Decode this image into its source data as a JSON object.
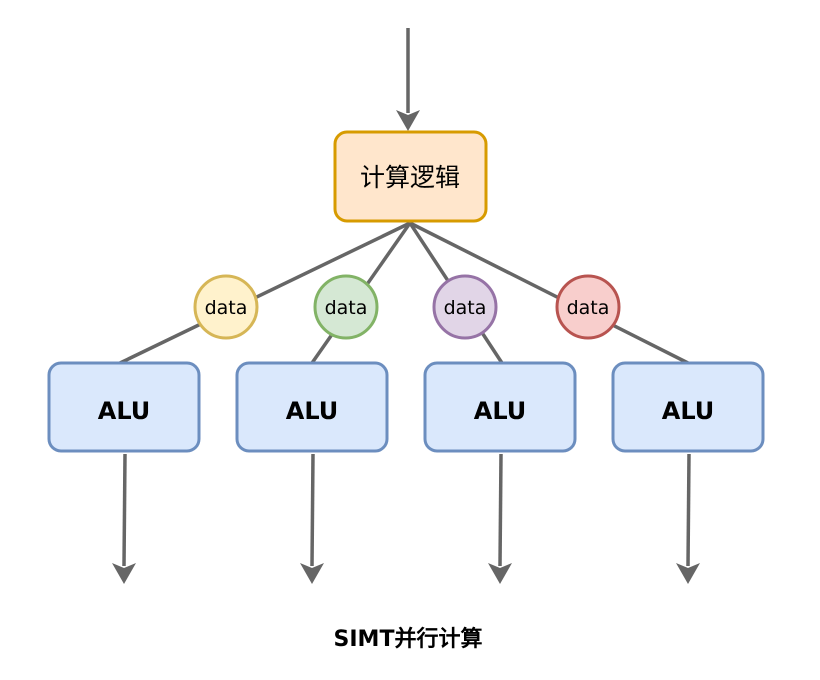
{
  "logic": {
    "label": "计算逻辑",
    "fill": "#FFE6CC",
    "stroke": "#D79B00"
  },
  "data_nodes": [
    {
      "label": "data",
      "fill": "#FFF2CC",
      "stroke": "#D6B656"
    },
    {
      "label": "data",
      "fill": "#D5E8D4",
      "stroke": "#82B366"
    },
    {
      "label": "data",
      "fill": "#E1D5E7",
      "stroke": "#9673A6"
    },
    {
      "label": "data",
      "fill": "#F8CECC",
      "stroke": "#B85450"
    }
  ],
  "alus": [
    {
      "label": "ALU"
    },
    {
      "label": "ALU"
    },
    {
      "label": "ALU"
    },
    {
      "label": "ALU"
    }
  ],
  "alu_style": {
    "fill": "#DAE8FC",
    "stroke": "#6C8EBF"
  },
  "edge_color": "#666666",
  "caption": "SIMT并行计算"
}
